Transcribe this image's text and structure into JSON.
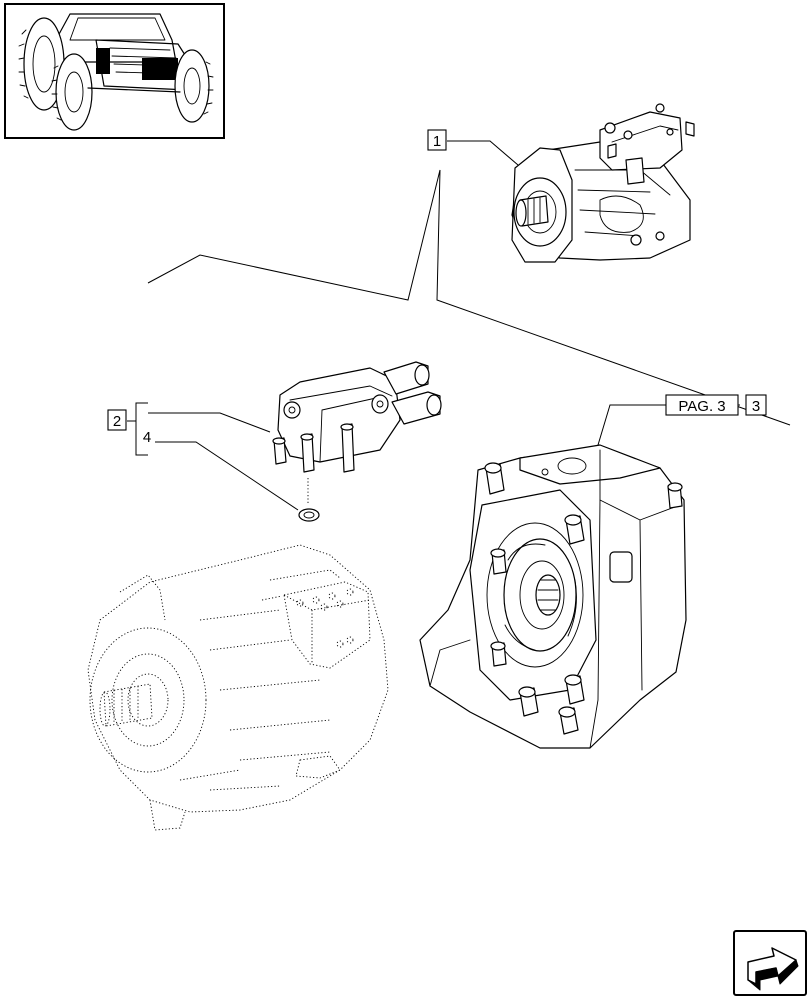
{
  "callouts": {
    "c1": "1",
    "c2": "2",
    "c3": "3",
    "c4": "4",
    "page_ref": "PAG. 3"
  },
  "icons": {
    "thumbnail": "tractor-thumbnail-icon",
    "nav": "next-page-arrow-icon"
  }
}
